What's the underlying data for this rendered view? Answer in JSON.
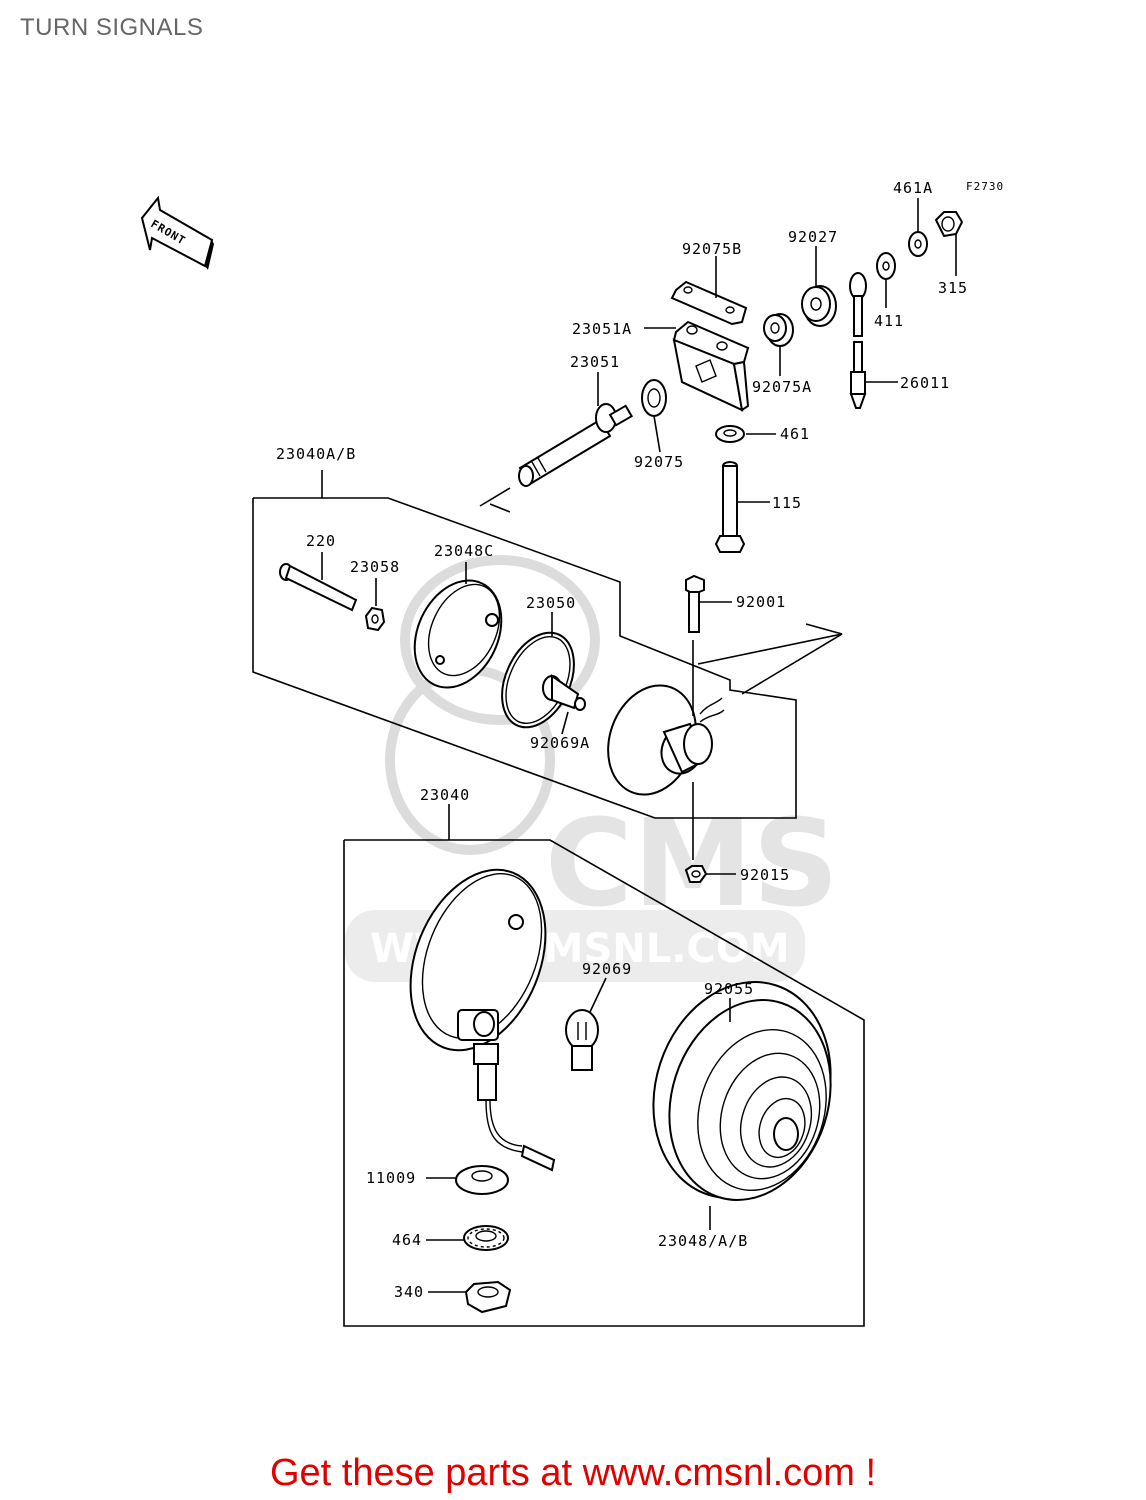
{
  "page": {
    "title": "TURN SIGNALS"
  },
  "diagram": {
    "figure_code": "F2730",
    "front_label": "FRONT",
    "part_labels": {
      "p461A": "461A",
      "p315": "315",
      "p92027": "92027",
      "p92075B": "92075B",
      "p411": "411",
      "p23051A": "23051A",
      "p92075A": "92075A",
      "p26011": "26011",
      "p23051": "23051",
      "p461": "461",
      "p92075": "92075",
      "p115": "115",
      "p23040AB": "23040A/B",
      "p220": "220",
      "p23048C": "23048C",
      "p23058": "23058",
      "p23050": "23050",
      "p92001": "92001",
      "p92069A": "92069A",
      "p23040": "23040",
      "p92015": "92015",
      "p92069": "92069",
      "p92055": "92055",
      "p11009": "11009",
      "p464": "464",
      "p340": "340",
      "p23048AB": "23048/A/B"
    },
    "watermark": {
      "brand": "CMS",
      "url": "WWW.CMSNL.COM"
    }
  },
  "footer": {
    "text": "Get these parts at www.cmsnl.com !"
  }
}
